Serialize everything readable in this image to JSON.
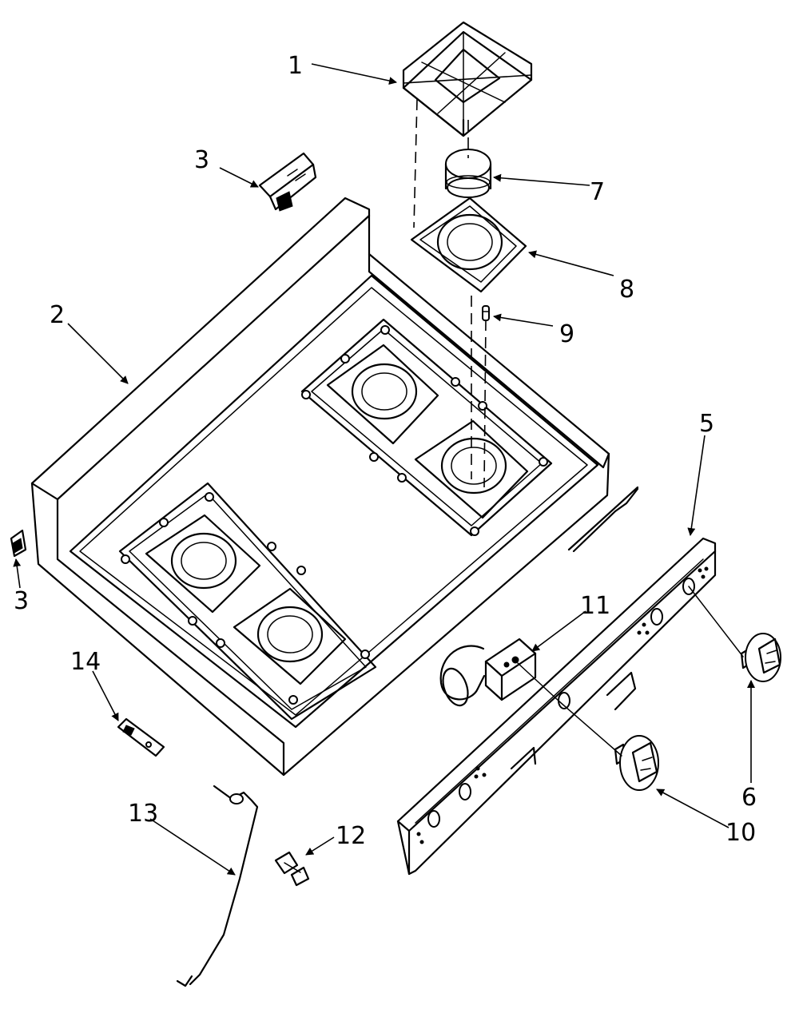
{
  "callouts": {
    "c1": "1",
    "c2": "2",
    "c3_top": "3",
    "c3_left": "3",
    "c5": "5",
    "c6": "6",
    "c7": "7",
    "c8": "8",
    "c9": "9",
    "c10": "10",
    "c11": "11",
    "c12": "12",
    "c13": "13",
    "c14": "14"
  }
}
